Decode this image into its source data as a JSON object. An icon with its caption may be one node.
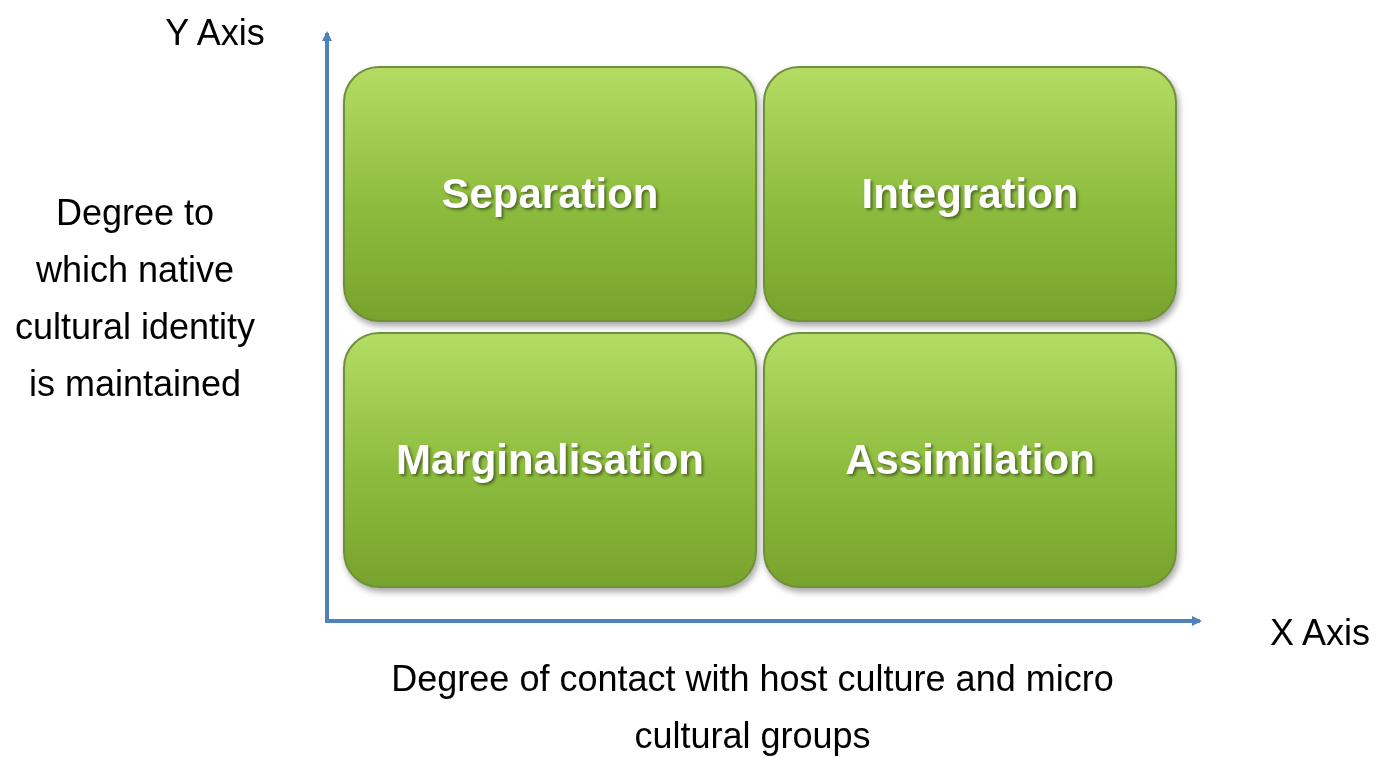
{
  "diagram": {
    "nodes": [
      {
        "text": [
          "Separation"
        ]
      },
      {
        "text": [
          "Integration"
        ]
      },
      {
        "text": [
          "Marginalisation"
        ]
      },
      {
        "text": [
          "Assimilation"
        ]
      }
    ],
    "labels": [
      "Y Axis",
      "X Axis",
      "Degree to which native cultural identity is maintained",
      "Degree of contact with host culture and micro cultural groups"
    ]
  }
}
